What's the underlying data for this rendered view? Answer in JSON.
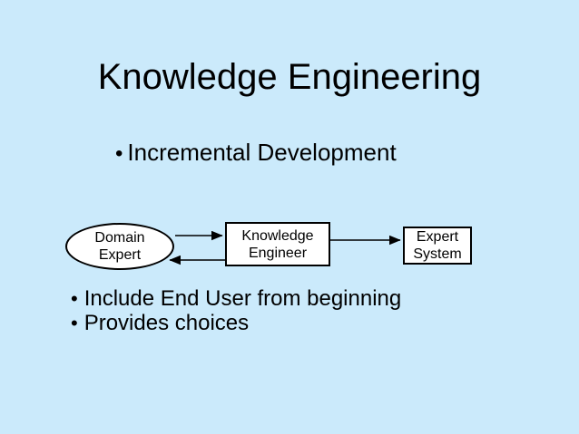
{
  "slide": {
    "title": "Knowledge Engineering",
    "top_bullet": {
      "marker": "•",
      "text": "Incremental Development"
    },
    "bottom_bullets": {
      "marker": "•",
      "items": [
        "Include End User from beginning",
        "Provides choices"
      ]
    },
    "diagram": {
      "nodes": [
        {
          "id": "domain-expert",
          "shape": "ellipse",
          "lines": [
            "Domain",
            "Expert"
          ]
        },
        {
          "id": "knowledge-engineer",
          "shape": "rectangle",
          "lines": [
            "Knowledge",
            "Engineer"
          ]
        },
        {
          "id": "expert-system",
          "shape": "rectangle",
          "lines": [
            "Expert",
            "System"
          ]
        }
      ],
      "edges": [
        {
          "from": "domain-expert",
          "to": "knowledge-engineer",
          "direction": "right"
        },
        {
          "from": "knowledge-engineer",
          "to": "domain-expert",
          "direction": "left"
        },
        {
          "from": "knowledge-engineer",
          "to": "expert-system",
          "direction": "right"
        }
      ]
    },
    "colors": {
      "background": "#CBEAFB",
      "text": "#000000",
      "node_fill": "#FFFFFF",
      "node_stroke": "#000000"
    }
  }
}
